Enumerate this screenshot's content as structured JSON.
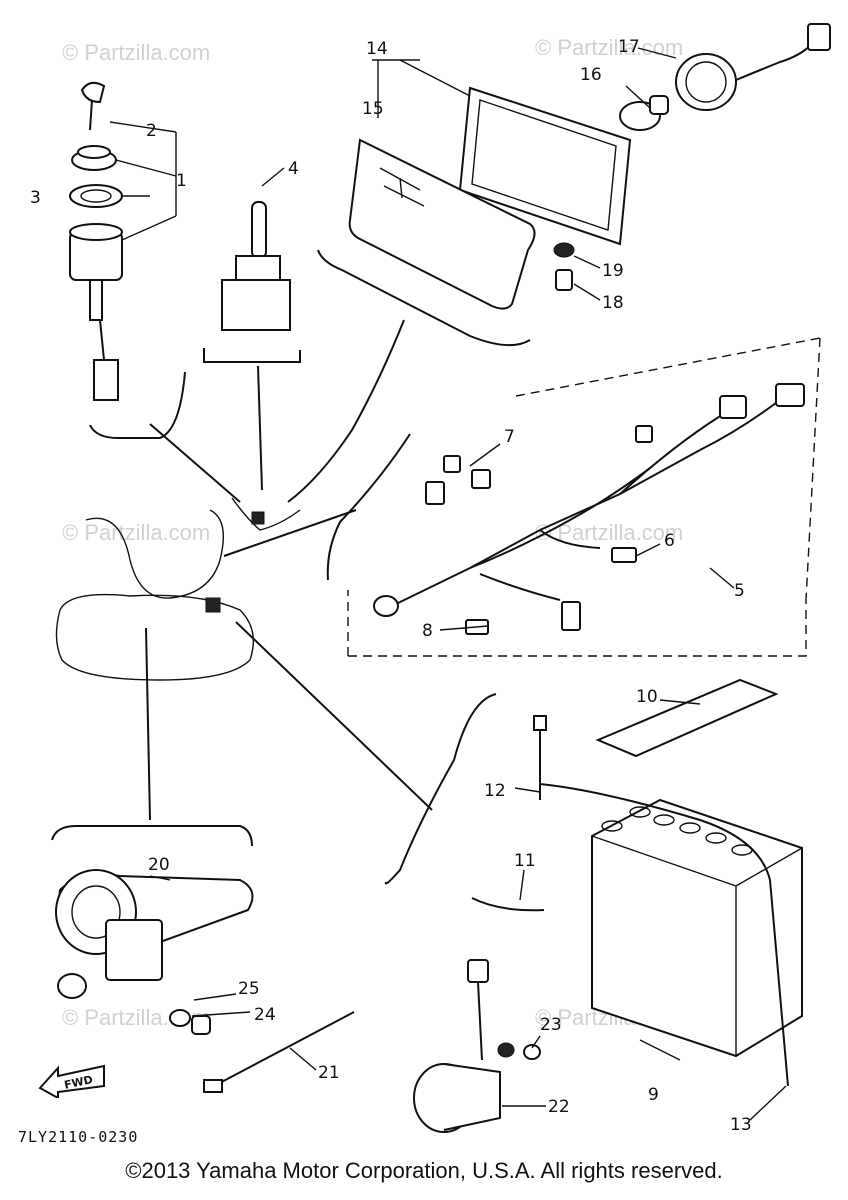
{
  "diagram": {
    "callouts": [
      "1",
      "2",
      "3",
      "4",
      "5",
      "6",
      "7",
      "8",
      "9",
      "10",
      "11",
      "12",
      "13",
      "14",
      "15",
      "16",
      "17",
      "18",
      "19",
      "20",
      "21",
      "22",
      "23",
      "24",
      "25"
    ],
    "drawing_code": "7LY2110-0230",
    "fwd_label": "FWD",
    "watermark": "© Partzilla.com",
    "copyright": "©2013 Yamaha Motor Corporation, U.S.A. All rights reserved."
  }
}
